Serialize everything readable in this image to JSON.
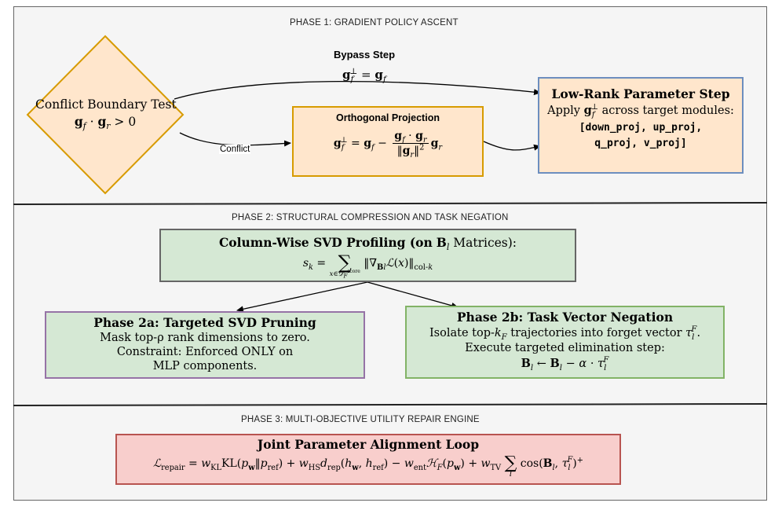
{
  "phase1": {
    "title": "PHASE 1: GRADIENT POLICY ASCENT",
    "bypass_label": "Bypass Step",
    "bypass_eq": "g_f^⊥ = g_f",
    "conflict_label": "Conflict",
    "decision": {
      "title": "Conflict Boundary Test",
      "expr": "g_f · g_r > 0"
    },
    "projection": {
      "title": "Orthogonal Projection",
      "expr": "g_f^⊥ = g_f − (g_f · g_r / ‖g_r‖²) g_r"
    },
    "lowrank": {
      "title": "Low-Rank Parameter Step",
      "line1_pre": "Apply",
      "line1_post": "across target modules:",
      "modules_line1": "[down_proj, up_proj,",
      "modules_line2": "q_proj, v_proj]"
    }
  },
  "phase2": {
    "title": "PHASE 2: STRUCTURAL COMPRESSION AND TASK NEGATION",
    "profiling": {
      "title_pre": "Column-Wise SVD Profiling (on",
      "title_post": "Matrices):",
      "expr": "s_k = Σ_{x∈D_F^score} ‖∇_{B_l} L(x)‖_{col-k}"
    },
    "pruning": {
      "title": "Phase 2a: Targeted SVD Pruning",
      "line1": "Mask top-ρ rank dimensions to zero.",
      "line2": "Constraint: Enforced ONLY on",
      "line3": "MLP components."
    },
    "negation": {
      "title": "Phase 2b: Task Vector Negation",
      "line1": "Isolate top-k_F trajectories into forget vector τ_l^F.",
      "line2": "Execute targeted elimination step:",
      "expr": "B_l ← B_l − α · τ_l^F"
    }
  },
  "phase3": {
    "title": "PHASE 3: MULTI-OBJECTIVE UTILITY REPAIR ENGINE",
    "repair": {
      "title": "Joint Parameter Alignment Loop",
      "expr": "L_repair = w_KL KL(p_w‖p_ref) + w_HS d_rep(h_w, h_ref) − w_ent H_F(p_w) + w_TV Σ_l cos(B_l, τ_l^F)^+"
    }
  },
  "colors": {
    "orange_fill": "#ffe6cc",
    "orange_stroke": "#d79b00",
    "blue_stroke": "#6c8ebf",
    "green_fill": "#d5e8d4",
    "green_stroke": "#82b366",
    "purple_stroke": "#9673a6",
    "red_fill": "#f8cecc",
    "red_stroke": "#b85450"
  }
}
